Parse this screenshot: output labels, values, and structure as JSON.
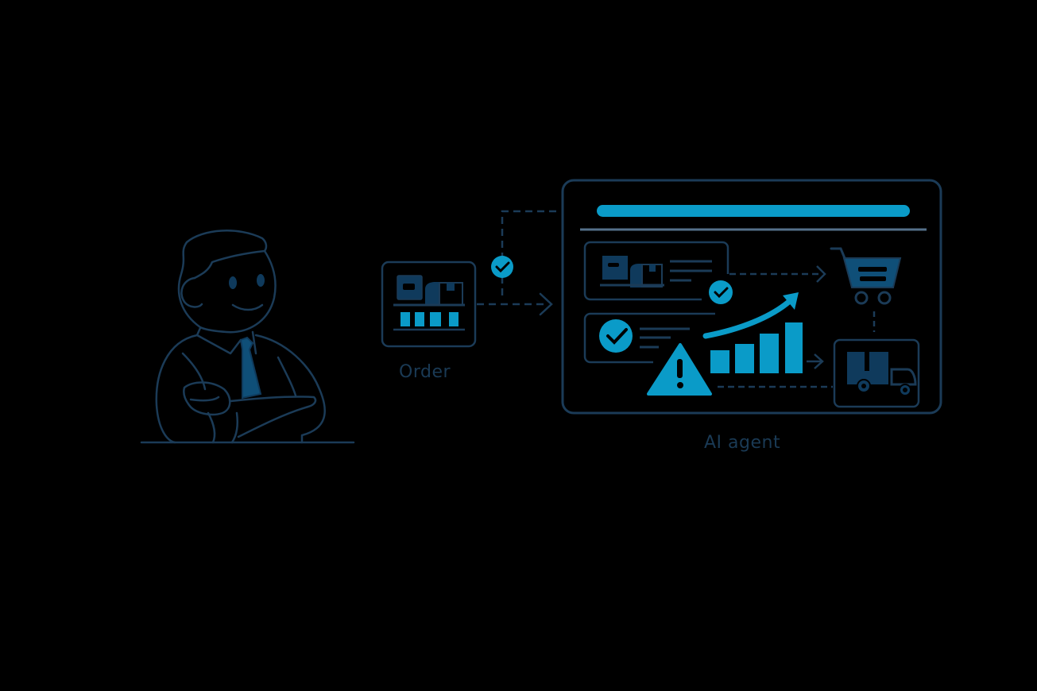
{
  "diagram": {
    "nodes": {
      "person": {
        "description": "business person with arms crossed at desk"
      },
      "order": {
        "label": "Order"
      },
      "agent": {
        "label": "AI agent"
      }
    },
    "agent_panel": {
      "rows": [
        {
          "name": "order-received-card",
          "status": "check"
        },
        {
          "name": "validated-card",
          "status": "check"
        }
      ],
      "chart_bars": 4,
      "icons": [
        "cart-icon",
        "truck-icon",
        "warning-icon",
        "trend-arrow-icon"
      ]
    },
    "colors": {
      "dark_navy": "#0f3a5c",
      "accent_blue": "#0a9bc8",
      "outline": "#1b3b57"
    }
  }
}
